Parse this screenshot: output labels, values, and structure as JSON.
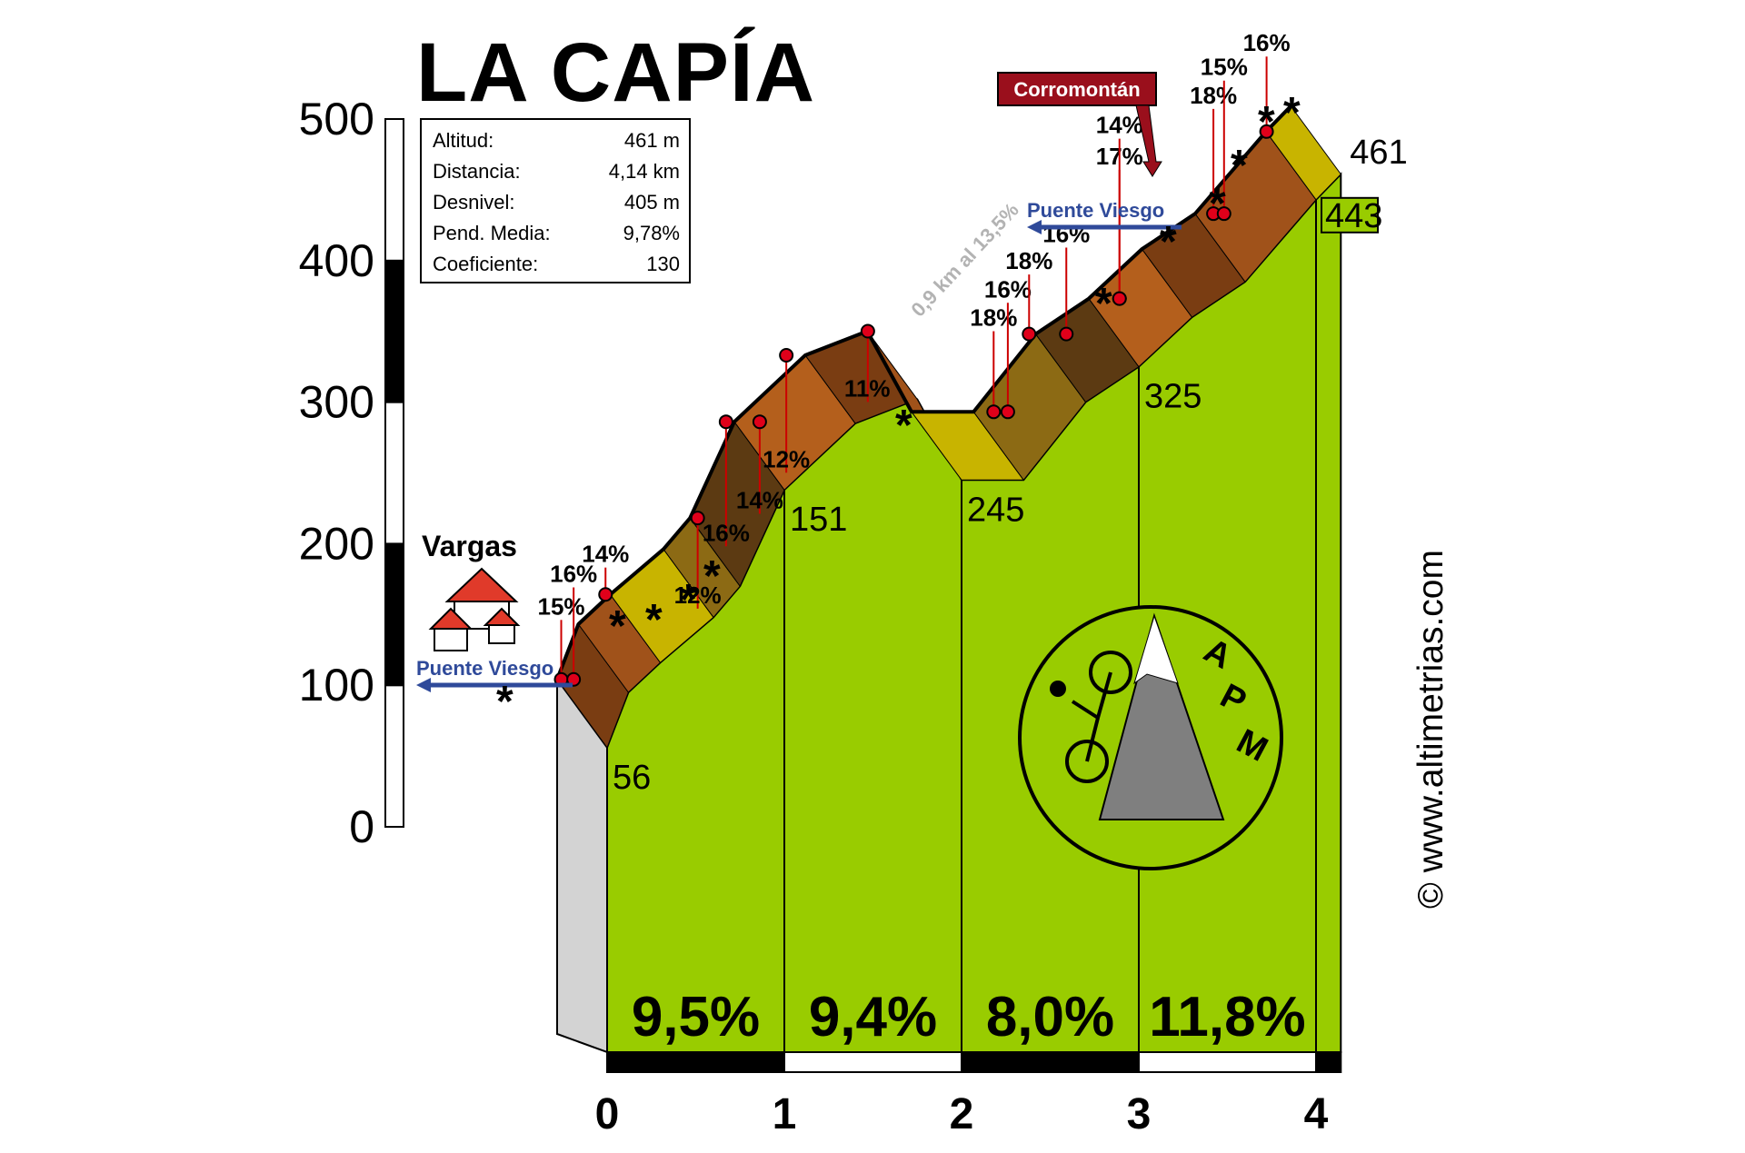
{
  "title": "LA CAPÍA",
  "stats": [
    {
      "label": "Altitud:",
      "value": "461 m"
    },
    {
      "label": "Distancia:",
      "value": "4,14 km"
    },
    {
      "label": "Desnivel:",
      "value": "405 m"
    },
    {
      "label": "Pend. Media:",
      "value": "9,78%"
    },
    {
      "label": "Coeficiente:",
      "value": "130"
    }
  ],
  "credit": "© www.altimetrias.com",
  "logo_text": [
    "A",
    "P",
    "M"
  ],
  "chart_data": {
    "type": "area",
    "xlabel": "",
    "ylabel": "",
    "xlim": [
      0,
      4.14
    ],
    "ylim": [
      0,
      500
    ],
    "x_ticks": [
      "0",
      "1",
      "2",
      "3",
      "4"
    ],
    "y_ticks": [
      "0",
      "100",
      "200",
      "300",
      "400",
      "500"
    ],
    "profile": [
      {
        "x": 0,
        "y": 56
      },
      {
        "x": 0.12,
        "y": 95
      },
      {
        "x": 0.3,
        "y": 116
      },
      {
        "x": 0.6,
        "y": 148
      },
      {
        "x": 0.75,
        "y": 170
      },
      {
        "x": 1.0,
        "y": 238
      },
      {
        "x": 1.4,
        "y": 285
      },
      {
        "x": 1.75,
        "y": 302
      },
      {
        "x": 2.0,
        "y": 245
      },
      {
        "x": 2.35,
        "y": 245
      },
      {
        "x": 2.7,
        "y": 300
      },
      {
        "x": 3.0,
        "y": 325
      },
      {
        "x": 3.3,
        "y": 360
      },
      {
        "x": 3.6,
        "y": 385
      },
      {
        "x": 4.0,
        "y": 443
      },
      {
        "x": 4.14,
        "y": 461
      }
    ],
    "km_markers": [
      {
        "x": 0,
        "label": "56"
      },
      {
        "x": 1,
        "label": "151"
      },
      {
        "x": 2,
        "label": "245"
      },
      {
        "x": 3,
        "label": "325"
      },
      {
        "x": 4,
        "label": "443"
      },
      {
        "x": 4.14,
        "label": "461"
      }
    ],
    "segment_gradients": [
      {
        "from": 0,
        "to": 1,
        "label": "9,5%"
      },
      {
        "from": 1,
        "to": 2,
        "label": "9,4%"
      },
      {
        "from": 2,
        "to": 3,
        "label": "8,0%"
      },
      {
        "from": 3,
        "to": 4,
        "label": "11,8%"
      }
    ],
    "ramp_labels": [
      {
        "x": -0.3,
        "y": 150,
        "label": "15%"
      },
      {
        "x": -0.23,
        "y": 173,
        "label": "16%"
      },
      {
        "x": -0.05,
        "y": 187,
        "label": "14%"
      },
      {
        "x": 0.47,
        "y": 158,
        "label": "12%"
      },
      {
        "x": 0.63,
        "y": 202,
        "label": "16%"
      },
      {
        "x": 0.82,
        "y": 225,
        "label": "14%"
      },
      {
        "x": 0.97,
        "y": 254,
        "label": "12%"
      },
      {
        "x": 1.43,
        "y": 304,
        "label": "11%"
      },
      {
        "x": 2.14,
        "y": 354,
        "label": "18%"
      },
      {
        "x": 2.22,
        "y": 374,
        "label": "16%"
      },
      {
        "x": 2.34,
        "y": 394,
        "label": "18%"
      },
      {
        "x": 2.55,
        "y": 413,
        "label": "16%"
      },
      {
        "x": 2.85,
        "y": 468,
        "label": "17%"
      },
      {
        "x": 2.85,
        "y": 490,
        "label": "14%"
      },
      {
        "x": 3.38,
        "y": 511,
        "label": "18%"
      },
      {
        "x": 3.44,
        "y": 531,
        "label": "15%"
      },
      {
        "x": 3.68,
        "y": 548,
        "label": "16%"
      }
    ],
    "places": [
      {
        "name": "Vargas"
      },
      {
        "name": "Corromontán"
      }
    ],
    "direction_labels": [
      "Puente Viesgo",
      "Puente Viesgo"
    ],
    "annotation": "0,9 km al 13,5%"
  }
}
